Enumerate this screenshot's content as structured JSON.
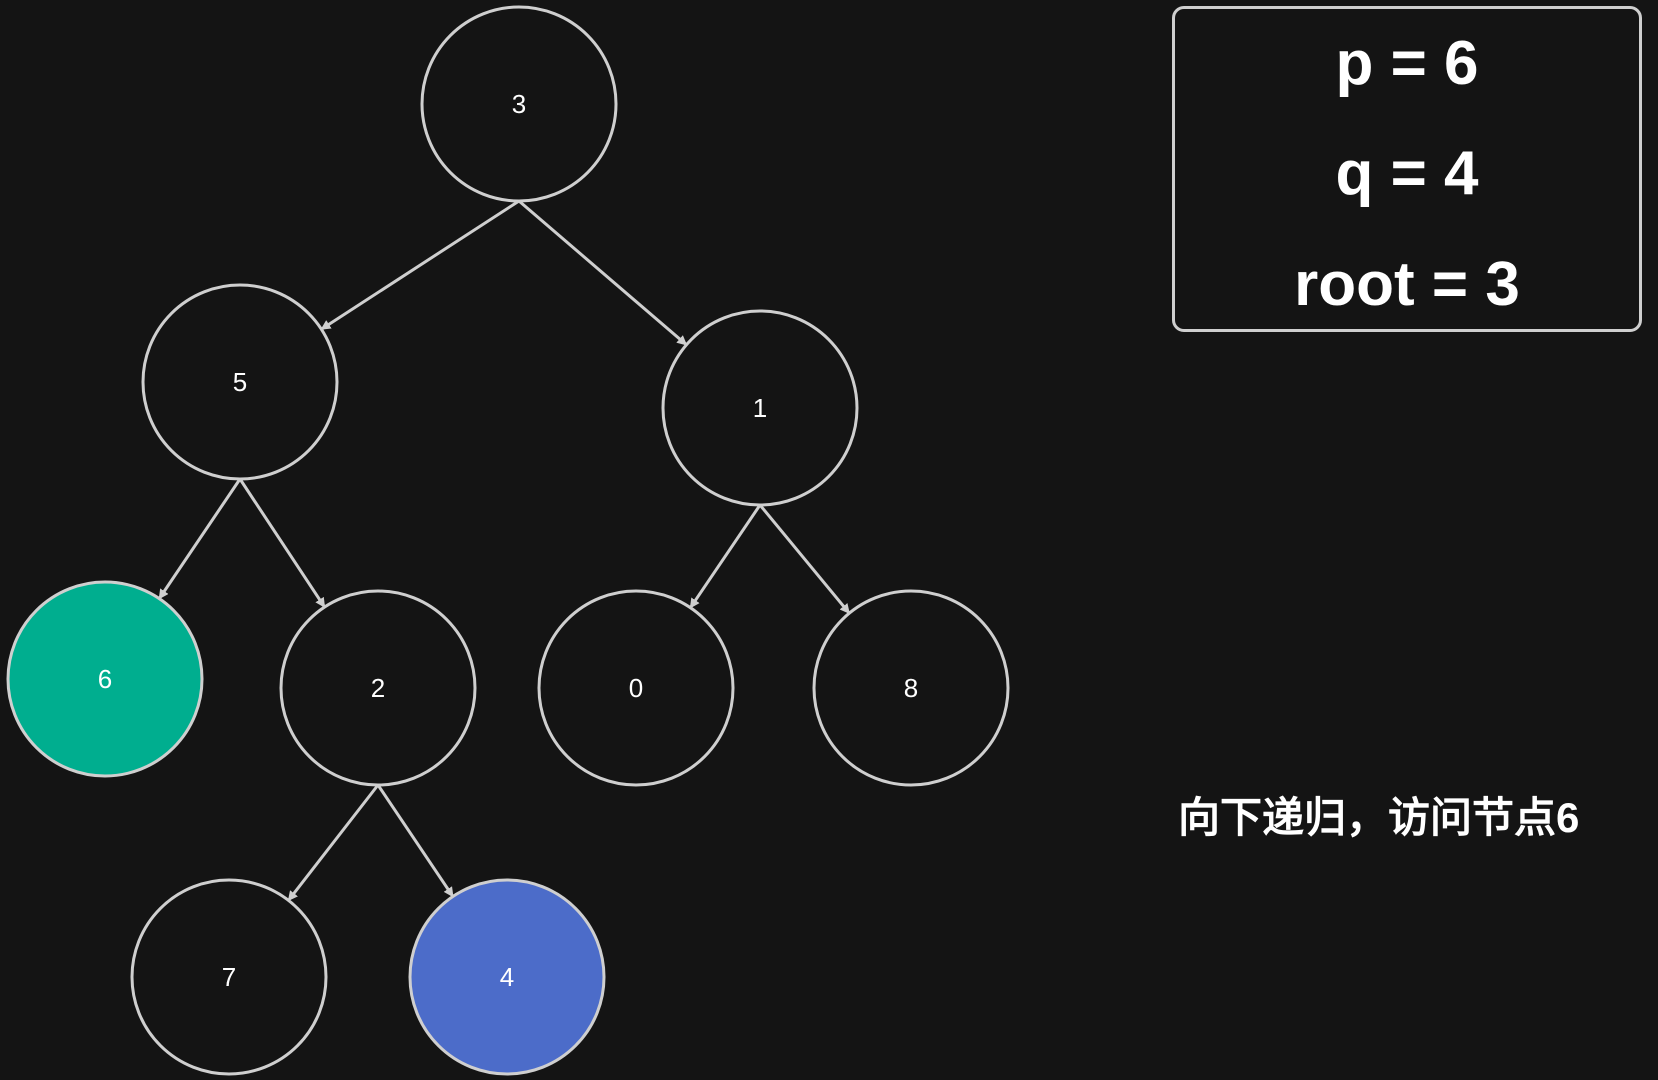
{
  "tree": {
    "nodes": [
      {
        "id": "n3",
        "label": "3",
        "state": "default"
      },
      {
        "id": "n5",
        "label": "5",
        "state": "default"
      },
      {
        "id": "n1",
        "label": "1",
        "state": "default"
      },
      {
        "id": "n6",
        "label": "6",
        "state": "visited"
      },
      {
        "id": "n2",
        "label": "2",
        "state": "default"
      },
      {
        "id": "n0",
        "label": "0",
        "state": "default"
      },
      {
        "id": "n8",
        "label": "8",
        "state": "default"
      },
      {
        "id": "n7",
        "label": "7",
        "state": "default"
      },
      {
        "id": "n4",
        "label": "4",
        "state": "target"
      }
    ],
    "edges": [
      {
        "from": "n3",
        "to": "n5"
      },
      {
        "from": "n3",
        "to": "n1"
      },
      {
        "from": "n5",
        "to": "n6"
      },
      {
        "from": "n5",
        "to": "n2"
      },
      {
        "from": "n1",
        "to": "n0"
      },
      {
        "from": "n1",
        "to": "n8"
      },
      {
        "from": "n2",
        "to": "n7"
      },
      {
        "from": "n2",
        "to": "n4"
      }
    ]
  },
  "info": {
    "p_line": "p = 6",
    "q_line": "q = 4",
    "root_line": "root = 3"
  },
  "status": {
    "message": "向下递归，访问节点6"
  },
  "colors": {
    "background": "#141414",
    "stroke": "#cfcfcf",
    "visited": "#00ae8f",
    "target": "#4c6cc9",
    "text": "#ffffff"
  }
}
